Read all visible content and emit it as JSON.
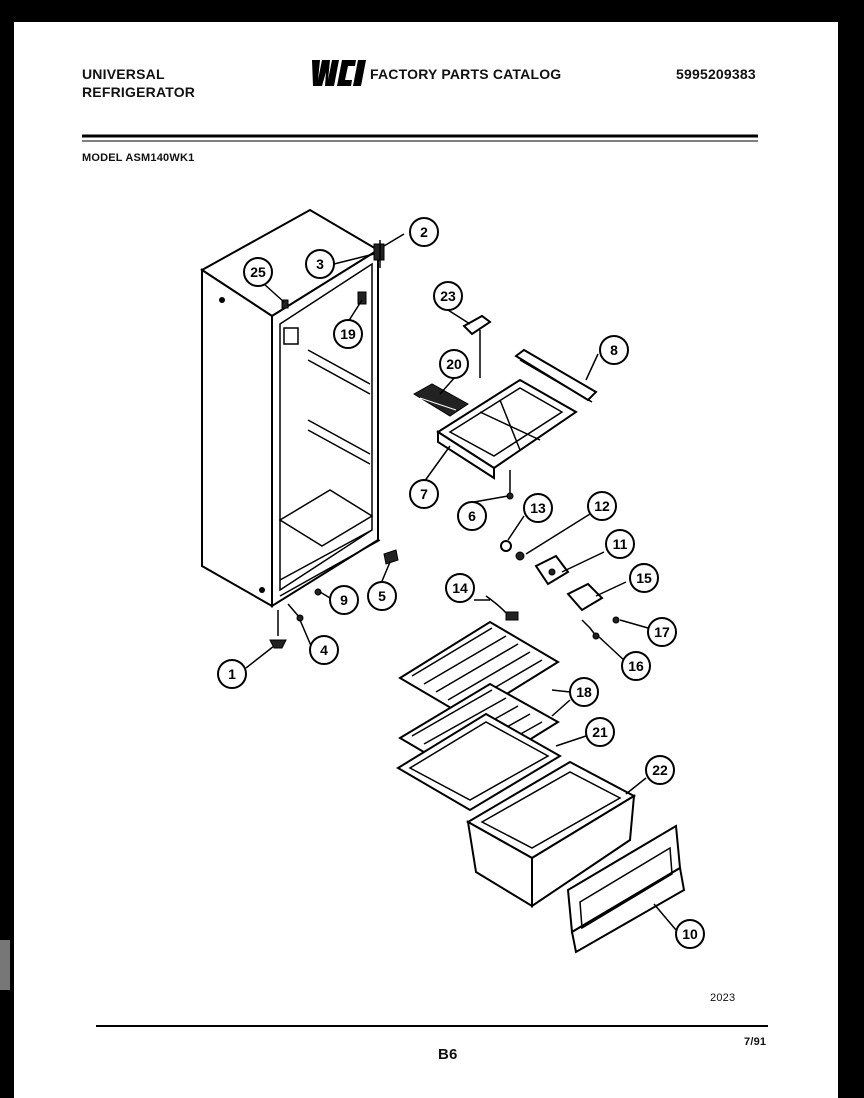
{
  "header": {
    "brand_line1": "UNIVERSAL",
    "brand_line2": "REFRIGERATOR",
    "catalog_title": "FACTORY PARTS CATALOG",
    "catalog_number": "5995209383",
    "logo_icon": "wci-logo-icon"
  },
  "model_line": "MODEL ASM140WK1",
  "callouts": {
    "c1": "1",
    "c2": "2",
    "c3": "3",
    "c4": "4",
    "c5": "5",
    "c6": "6",
    "c7": "7",
    "c8": "8",
    "c9": "9",
    "c10": "10",
    "c11": "11",
    "c12": "12",
    "c13": "13",
    "c14": "14",
    "c15": "15",
    "c16": "16",
    "c17": "17",
    "c18": "18",
    "c19": "19",
    "c20": "20",
    "c21": "21",
    "c22": "22",
    "c23": "23",
    "c25": "25"
  },
  "footer": {
    "figure_number": "2023",
    "page_number": "B6",
    "date_code": "7/91"
  }
}
